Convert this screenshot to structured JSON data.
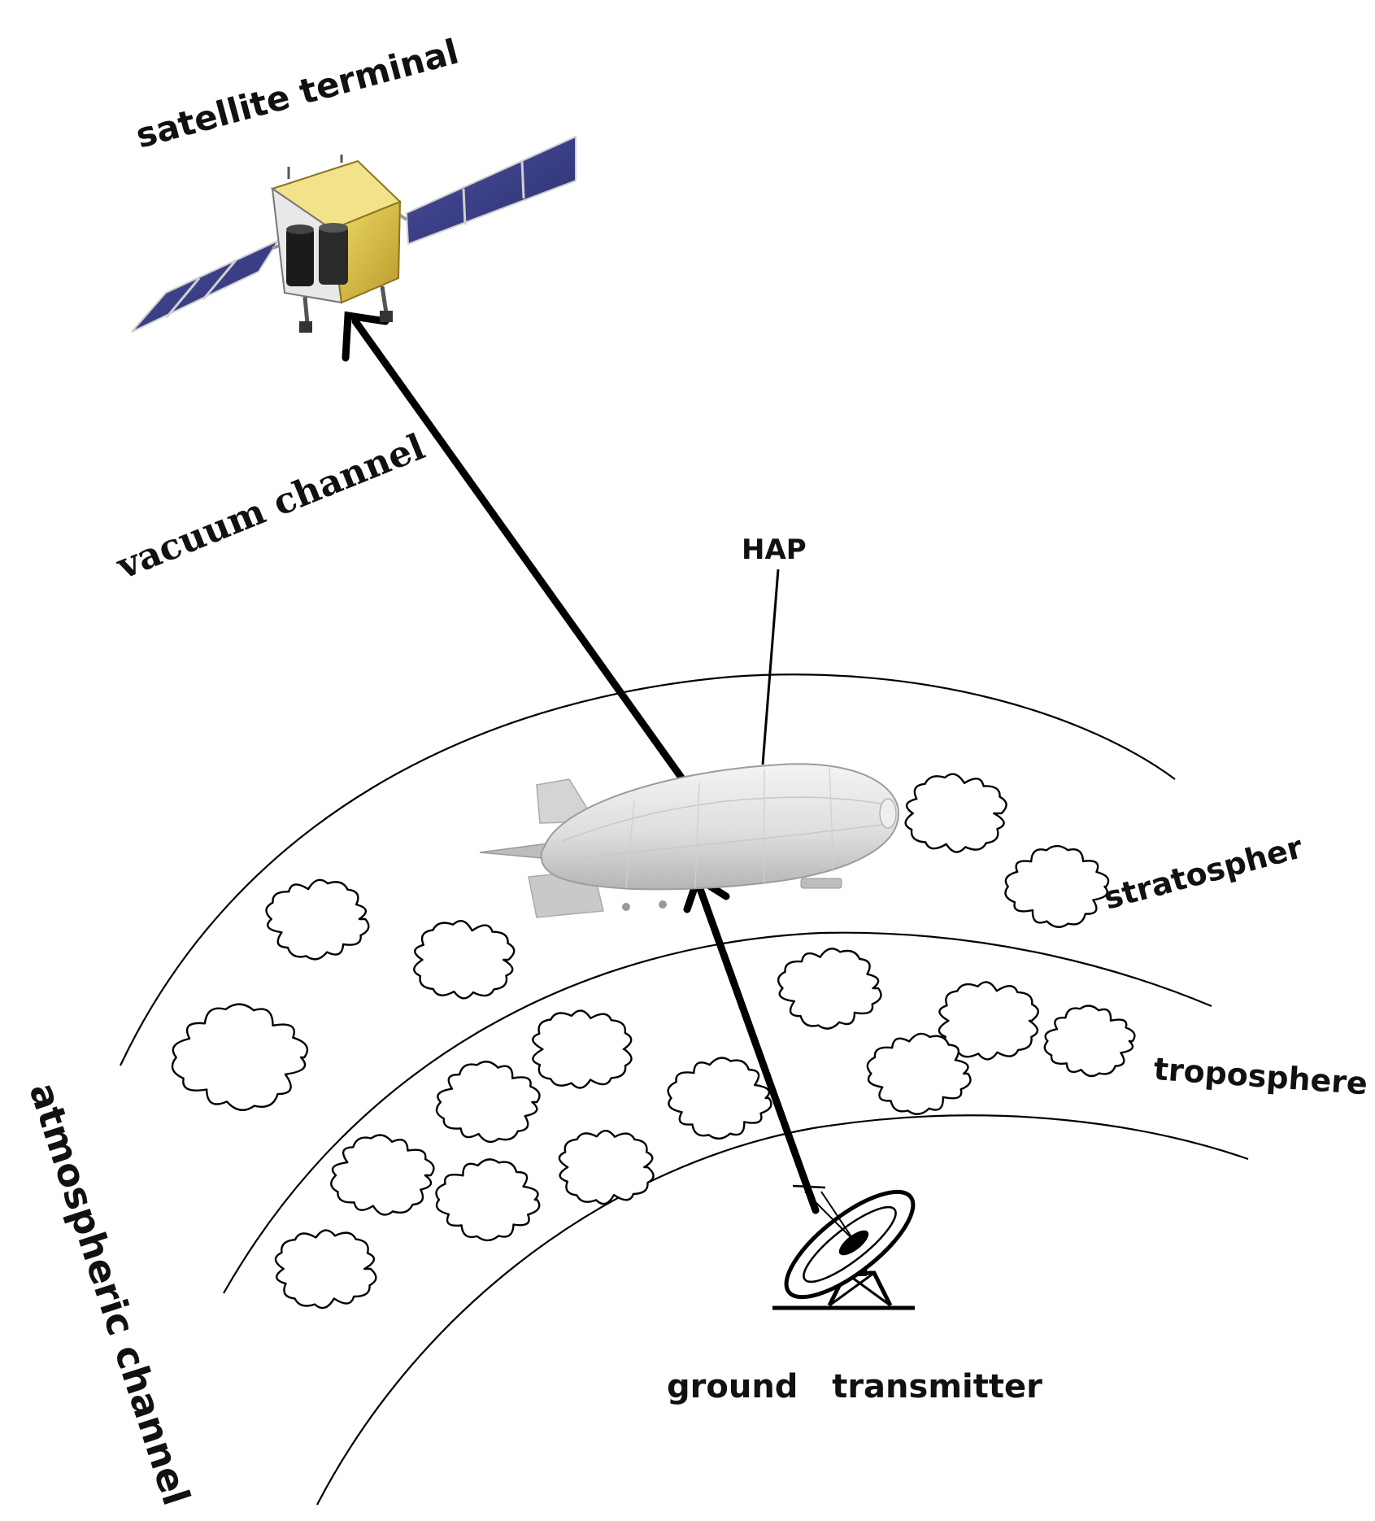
{
  "labels": {
    "satellite": "satellite terminal",
    "vacuum": "vacuum channel",
    "hap": "HAP",
    "stratosphere": "stratospher",
    "troposphere": "troposphere",
    "atmospheric": "atmospheric channel",
    "ground": "ground   transmitter"
  },
  "colors": {
    "solar_panel": "#3b3f8c",
    "satellite_body": "#e3c94a",
    "airship": "#e4e4e4",
    "ink": "#000000"
  },
  "icons": [
    "satellite-icon",
    "airship-icon",
    "dish-antenna-icon",
    "cloud-icon"
  ]
}
